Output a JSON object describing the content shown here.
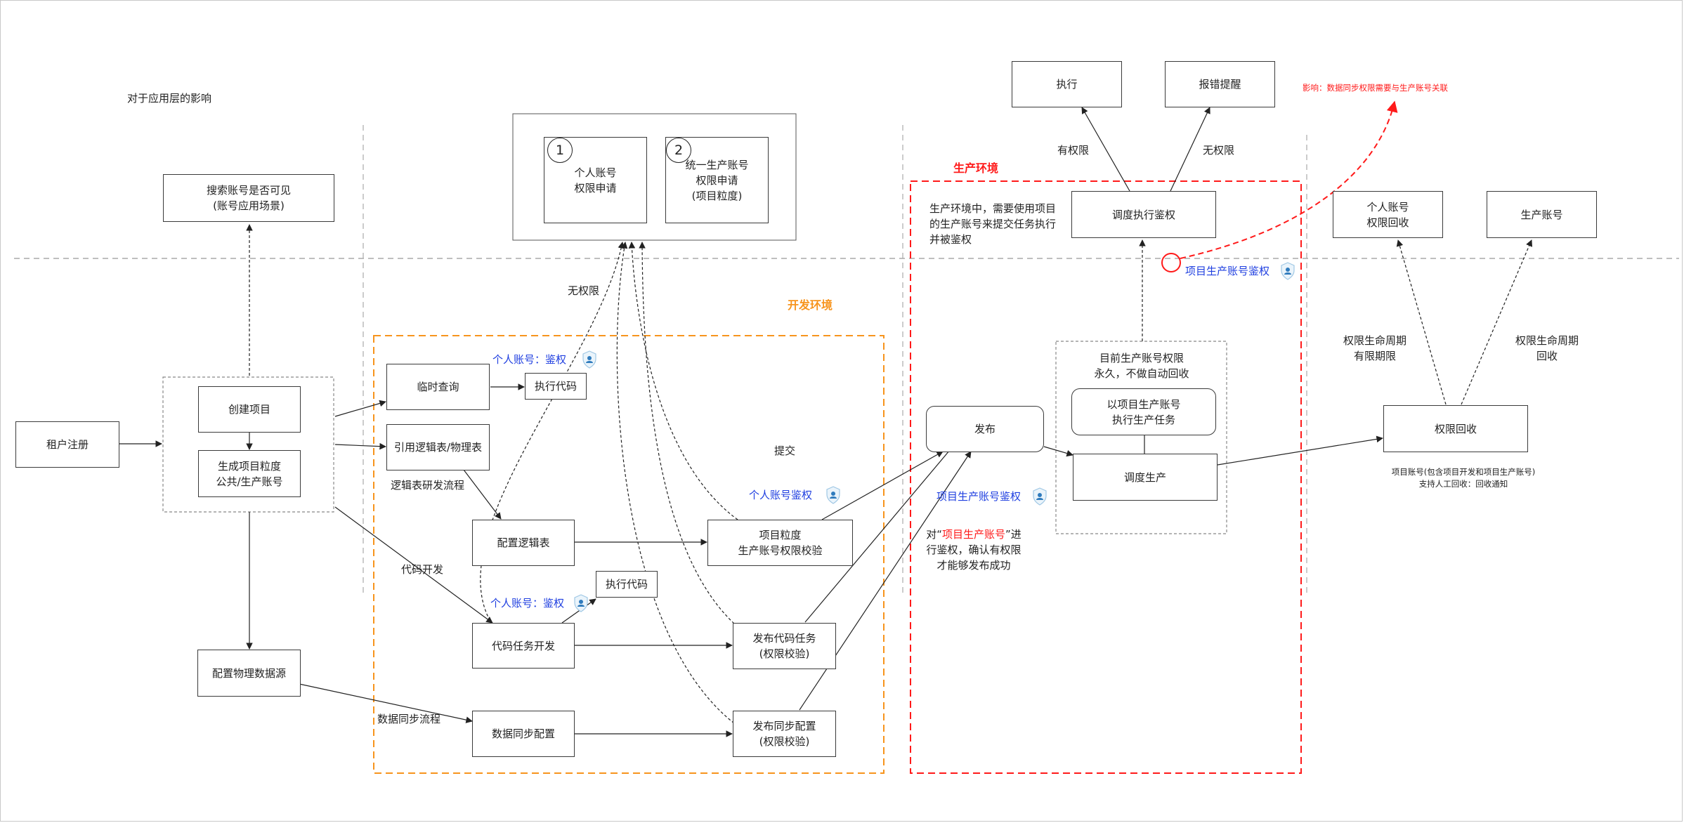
{
  "colors": {
    "dev_env_border": "#f7941d",
    "prod_env_border": "#ff1a1a",
    "blue_label": "#1f3fe0",
    "red_label": "#ff1a1a"
  },
  "labels": {
    "app_layer_impact": "对于应用层的影响",
    "no_permission_left": "无权限",
    "dev_env_title": "开发环境",
    "prod_env_title": "生产环境",
    "submit": "提交",
    "logic_table_flow": "逻辑表研发流程",
    "code_dev": "代码开发",
    "data_sync_flow": "数据同步流程",
    "has_permission": "有权限",
    "no_permission_right": "无权限",
    "prod_env_note": "生产环境中，需要使用项目\n的生产账号来提交任务执行\n并被鉴权",
    "lifecycle_expire": "权限生命周期\n有限期限",
    "lifecycle_recycle": "权限生命周期\n回收",
    "recycle_note": "项目账号(包含项目开发和项目生产账号)\n支持人工回收：回收通知",
    "impact_note": "影响：数据同步权限需要与生产账号关联",
    "current_prod_perm": "目前生产账号权限\n永久，不做自动回收"
  },
  "auth_labels": {
    "personal_auth_1": "个人账号：鉴权",
    "personal_auth_2": "个人账号鉴权",
    "personal_auth_3": "个人账号：鉴权",
    "project_prod_auth_1": "项目生产账号鉴权",
    "project_prod_auth_2": "项目生产账号鉴权"
  },
  "publish_note": {
    "prefix": "对“",
    "highlight": "项目生产账号",
    "suffix": "”进\n行鉴权，确认有权限\n才能够发布成功"
  },
  "boxes": {
    "search_account": "搜索账号是否可见\n(账号应用场景)",
    "tenant_register": "租户注册",
    "create_project": "创建项目",
    "gen_project_accounts": "生成项目粒度\n公共/生产账号",
    "config_physical_ds": "配置物理数据源",
    "personal_perm_apply": "个人账号\n权限申请",
    "unified_prod_apply": "统一生产账号\n权限申请\n(项目粒度)",
    "temp_query": "临时查询",
    "exec_code_1": "执行代码",
    "ref_tables": "引用逻辑表/物理表",
    "config_logic_table": "配置逻辑表",
    "project_prod_check": "项目粒度\n生产账号权限校验",
    "exec_code_2": "执行代码",
    "code_task_dev": "代码任务开发",
    "publish_code_task": "发布代码任务\n(权限校验)",
    "data_sync_config": "数据同步配置",
    "publish_sync_config": "发布同步配置\n(权限校验)",
    "publish": "发布",
    "execute": "执行",
    "error_alert": "报错提醒",
    "schedule_exec_auth": "调度执行鉴权",
    "exec_with_prod_account": "以项目生产账号\n执行生产任务",
    "schedule_prod": "调度生产",
    "personal_perm_recycle": "个人账号\n权限回收",
    "prod_account": "生产账号",
    "perm_recycle": "权限回收"
  },
  "badges": {
    "num1": "1",
    "num2": "2"
  },
  "icons": [
    "user-shield-icon"
  ]
}
